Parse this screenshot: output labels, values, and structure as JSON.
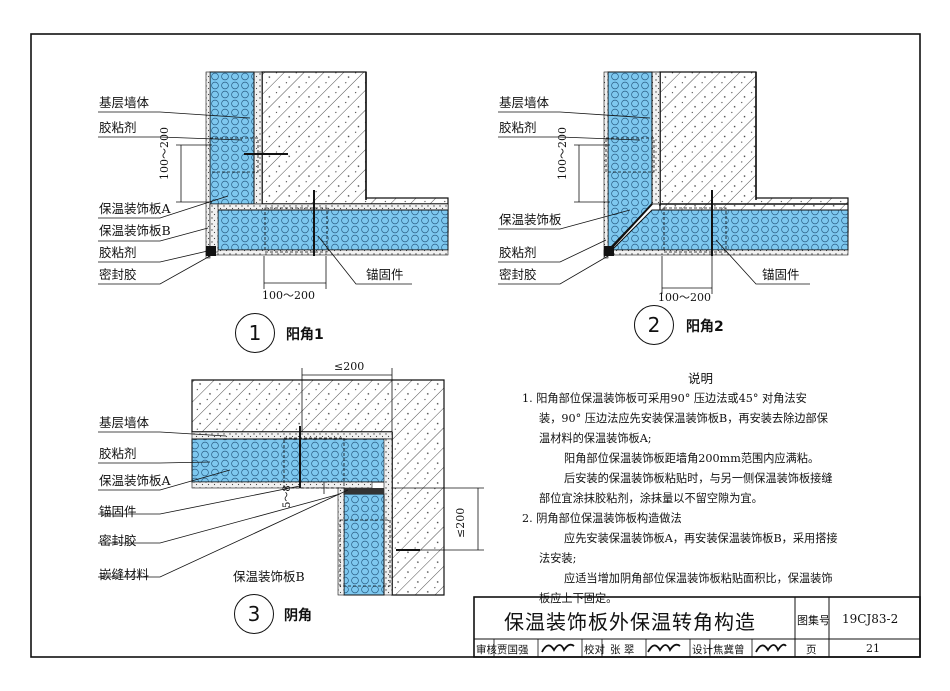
{
  "details": {
    "d1": {
      "number": "1",
      "caption": "阳角1",
      "labels": {
        "wall": "基层墙体",
        "adhesive_top": "胶粘剂",
        "board_a": "保温装饰板A",
        "board_b": "保温装饰板B",
        "adhesive_bottom": "胶粘剂",
        "sealant": "密封胶",
        "anchor": "锚固件",
        "dim_vertical": "100～200",
        "dim_horizontal": "100～200"
      }
    },
    "d2": {
      "number": "2",
      "caption": "阳角2",
      "labels": {
        "wall": "基层墙体",
        "adhesive_top": "胶粘剂",
        "board": "保温装饰板",
        "adhesive_bottom": "胶粘剂",
        "sealant": "密封胶",
        "anchor": "锚固件",
        "dim_vertical": "100～200",
        "dim_horizontal": "100～200"
      }
    },
    "d3": {
      "number": "3",
      "caption": "阴角",
      "labels": {
        "wall": "基层墙体",
        "adhesive": "胶粘剂",
        "board_a": "保温装饰板A",
        "anchor": "锚固件",
        "sealant": "密封胶",
        "joint": "嵌缝材料",
        "board_b": "保温装饰板B",
        "dim_top": "≤200",
        "dim_right": "≤200",
        "dim_gap": "5～8"
      }
    }
  },
  "notes": {
    "title": "说明",
    "lines": [
      "1. 阳角部位保温装饰板可采用90° 压边法或45° 对角法安",
      "装，90° 压边法应先安装保温装饰板B，再安装去除边部保",
      "温材料的保温装饰板A;",
      "阳角部位保温装饰板距墙角200mm范围内应满粘。",
      "后安装的保温装饰板粘贴时，与另一侧保温装饰板接缝",
      "部位宜涂抹胶粘剂，涂抹量以不留空隙为宜。",
      "2. 阴角部位保温装饰板构造做法",
      "应先安装保温装饰板A，再安装保温装饰板B，采用搭接",
      "法安装;",
      "应适当增加阴角部位保温装饰板粘贴面积比，保温装饰",
      "板应上下固定。"
    ]
  },
  "title_block": {
    "title": "保温装饰板外保温转角构造",
    "atlas_label": "图集号",
    "atlas_no": "19CJ83-2",
    "review_label": "审核",
    "reviewer": "贾国强",
    "check_label": "校对",
    "checker": "张 翠",
    "design_label": "设计",
    "designer": "焦冀曾",
    "page_label": "页",
    "page_no": "21"
  },
  "colors": {
    "insulation": "#7ec8ef",
    "line": "#111111",
    "paper": "#ffffff"
  }
}
